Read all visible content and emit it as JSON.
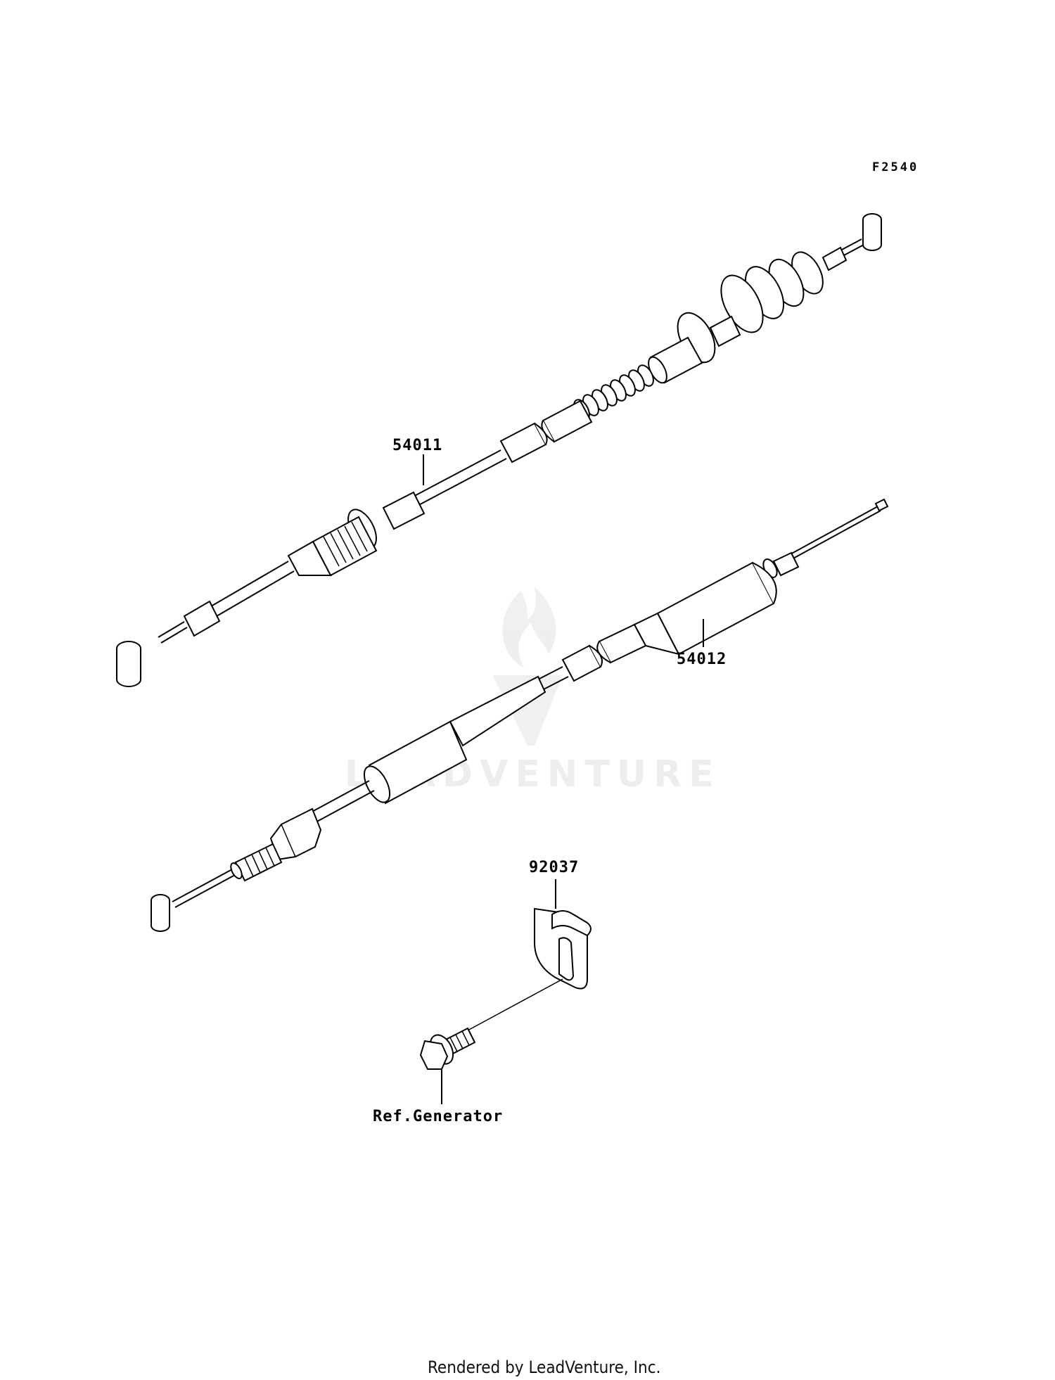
{
  "figure_code": "F2540",
  "watermark": "LEADVENTURE",
  "footer": "Rendered by LeadVenture, Inc.",
  "parts": [
    {
      "id": "54011",
      "label": "54011"
    },
    {
      "id": "54012",
      "label": "54012"
    },
    {
      "id": "92037",
      "label": "92037"
    },
    {
      "id": "ref-generator",
      "label": "Ref.Generator"
    }
  ]
}
